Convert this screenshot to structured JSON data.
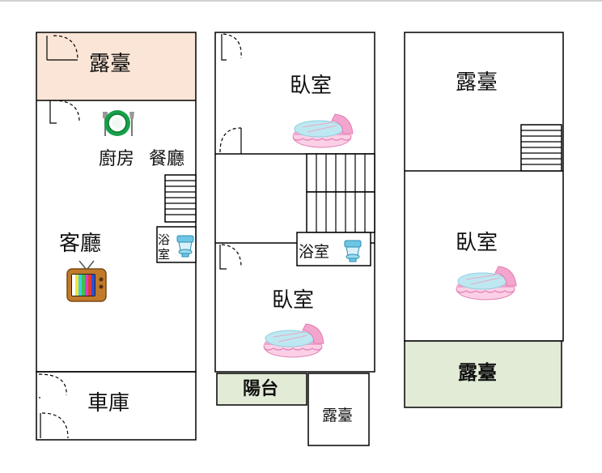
{
  "colors": {
    "outline": "#000000",
    "balcony_pink": "#fbe5d6",
    "balcony_green": "#e2ebd6",
    "bed_pink": "#f3a5cd",
    "bed_blue": "#bde8f1",
    "plate_green": "#18a04a",
    "toilet_blue": "#6cc6e4"
  },
  "floor1": {
    "balcony": "露臺",
    "kitchen": "廚房",
    "dining": "餐廳",
    "living": "客廳",
    "bath": "浴室",
    "garage": "車庫"
  },
  "floor2": {
    "bedroom_top": "臥室",
    "bath": "浴室",
    "bedroom_bottom": "臥室",
    "balcony": "陽台",
    "terrace": "露臺"
  },
  "floor3": {
    "terrace_top": "露臺",
    "bedroom": "臥室",
    "terrace_bottom": "露臺"
  }
}
